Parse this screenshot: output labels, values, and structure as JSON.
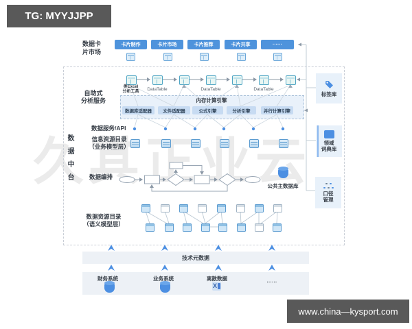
{
  "badge": {
    "text": "TG: MYYJJPP"
  },
  "watermark": {
    "text": "久其正业云"
  },
  "site_bar": {
    "text": "www.china—kysport.com"
  },
  "card_market": {
    "label": "数据卡片市场",
    "buttons": [
      "卡片制作",
      "卡片市场",
      "卡片推荐",
      "卡片共享",
      "······"
    ]
  },
  "platform": {
    "side_label": "数据中台",
    "analysis": {
      "label_line1": "自助式",
      "label_line2": "分析服务",
      "excel_tool_line1": "类Excel",
      "excel_tool_line2": "分析工具",
      "datatable": "DataTable",
      "engine_title": "内存计算引擎",
      "engines": [
        "数据库适配器",
        "文件适配器",
        "公式引擎",
        "分析引擎",
        "并行计算引擎"
      ]
    },
    "api_label": "数据服务/API",
    "info_catalog": {
      "line1": "信息资源目录",
      "line2": "（业务模型层）"
    },
    "orchestration": {
      "label": "数据编排",
      "master_db": "公共主数据库"
    },
    "semantic_catalog": {
      "line1": "数据资源目录",
      "line2": "（语义模型层）"
    }
  },
  "right_panel": {
    "tag_library": "标签库",
    "dictionary_line1": "领域",
    "dictionary_line2": "词典库",
    "caliber_line1": "口径",
    "caliber_line2": "管理"
  },
  "bottom": {
    "metadata_bar": "技术元数据",
    "sources": [
      {
        "label": "财务系统"
      },
      {
        "label": "业务系统"
      },
      {
        "label": "离散数据"
      },
      {
        "label": "······"
      }
    ],
    "excel_letter": "X"
  },
  "colors": {
    "accent_blue": "#4e93dc",
    "light_blue_panel": "#e9f1fa",
    "engine_button": "#c7dbf2",
    "dark_bar": "#595959",
    "line_gray": "#c2ccd6"
  }
}
